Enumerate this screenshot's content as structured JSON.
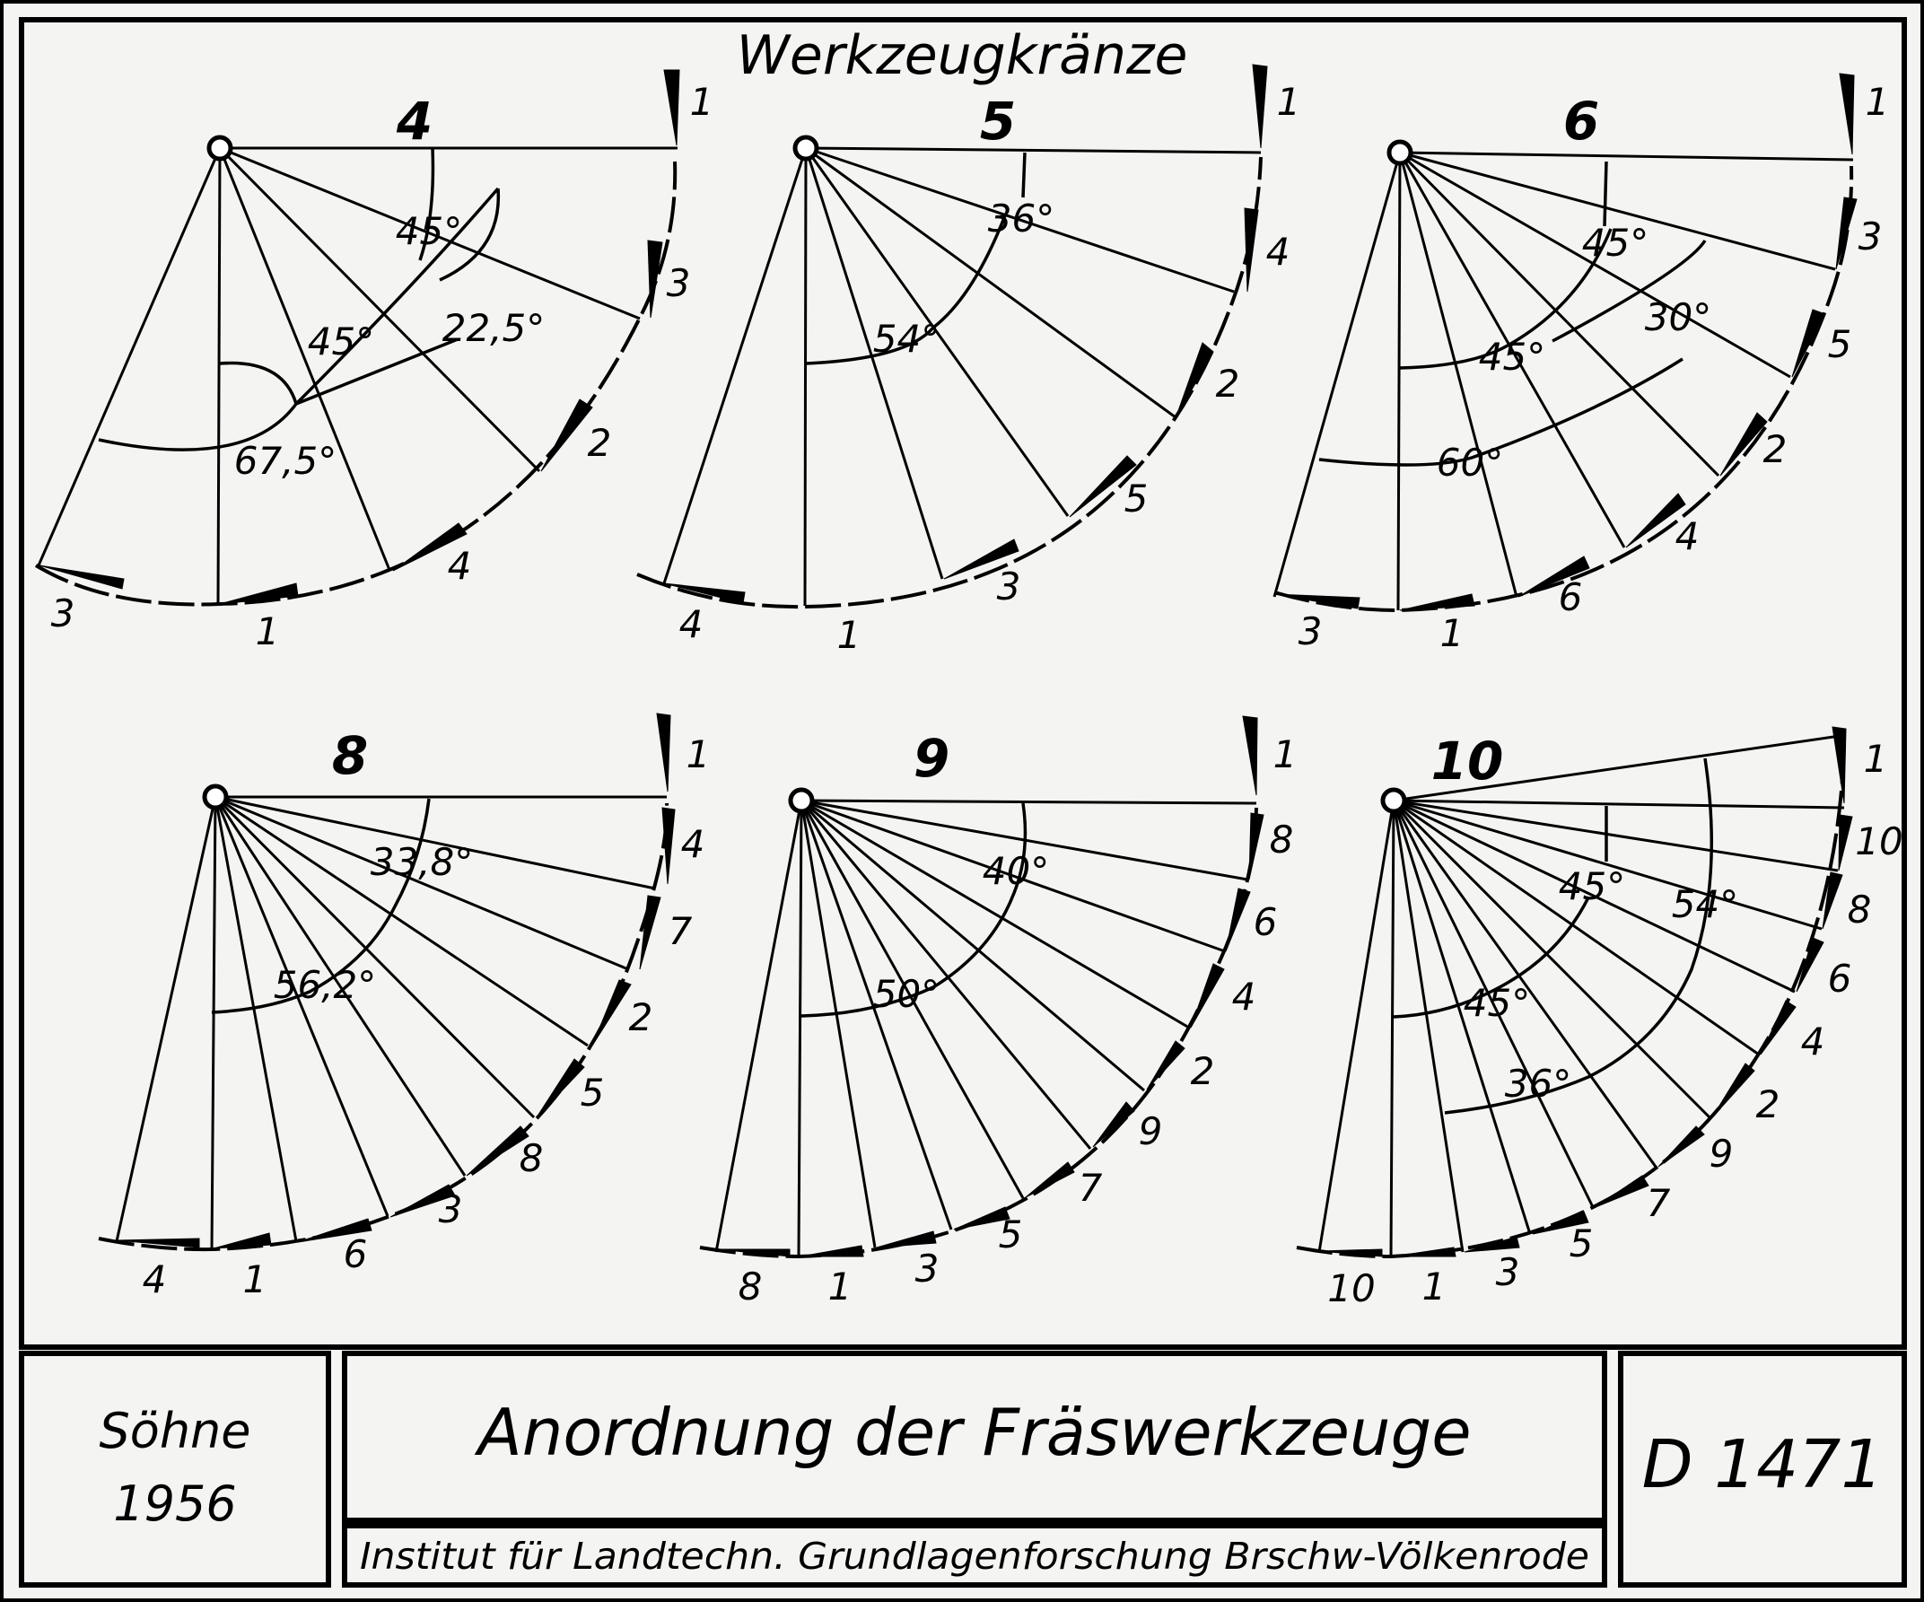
{
  "header": {
    "title": "Werkzeugkränze"
  },
  "footer": {
    "author": "Söhne",
    "year": "1956",
    "main_title": "Anordnung der Fräswerkzeuge",
    "institute": "Institut für Landtechn. Grundlagenforschung Brschw-Völkenrode",
    "code": "D 1471"
  },
  "diagrams": [
    {
      "title": "4",
      "tool_order_top_to_bottom": [
        "1",
        "3",
        "2",
        "4",
        "1",
        "3"
      ],
      "angles": [
        "45°",
        "45°",
        "22,5°",
        "67,5°"
      ]
    },
    {
      "title": "5",
      "tool_order_top_to_bottom": [
        "1",
        "4",
        "2",
        "5",
        "3",
        "1",
        "4"
      ],
      "angles": [
        "36°",
        "54°"
      ]
    },
    {
      "title": "6",
      "tool_order_top_to_bottom": [
        "1",
        "3",
        "5",
        "2",
        "4",
        "6",
        "1",
        "3"
      ],
      "angles": [
        "45°",
        "30°",
        "45°",
        "60°"
      ]
    },
    {
      "title": "8",
      "tool_order_top_to_bottom": [
        "1",
        "4",
        "7",
        "2",
        "5",
        "8",
        "3",
        "6",
        "1",
        "4"
      ],
      "angles": [
        "33,8°",
        "56,2°"
      ]
    },
    {
      "title": "9",
      "tool_order_top_to_bottom": [
        "1",
        "8",
        "6",
        "4",
        "2",
        "9",
        "7",
        "5",
        "3",
        "1",
        "8"
      ],
      "angles": [
        "40°",
        "50°"
      ]
    },
    {
      "title": "10",
      "tool_order_top_to_bottom": [
        "1",
        "10",
        "8",
        "6",
        "4",
        "2",
        "9",
        "7",
        "5",
        "3",
        "1",
        "10"
      ],
      "angles": [
        "45°",
        "54°",
        "45°",
        "36°"
      ]
    }
  ]
}
